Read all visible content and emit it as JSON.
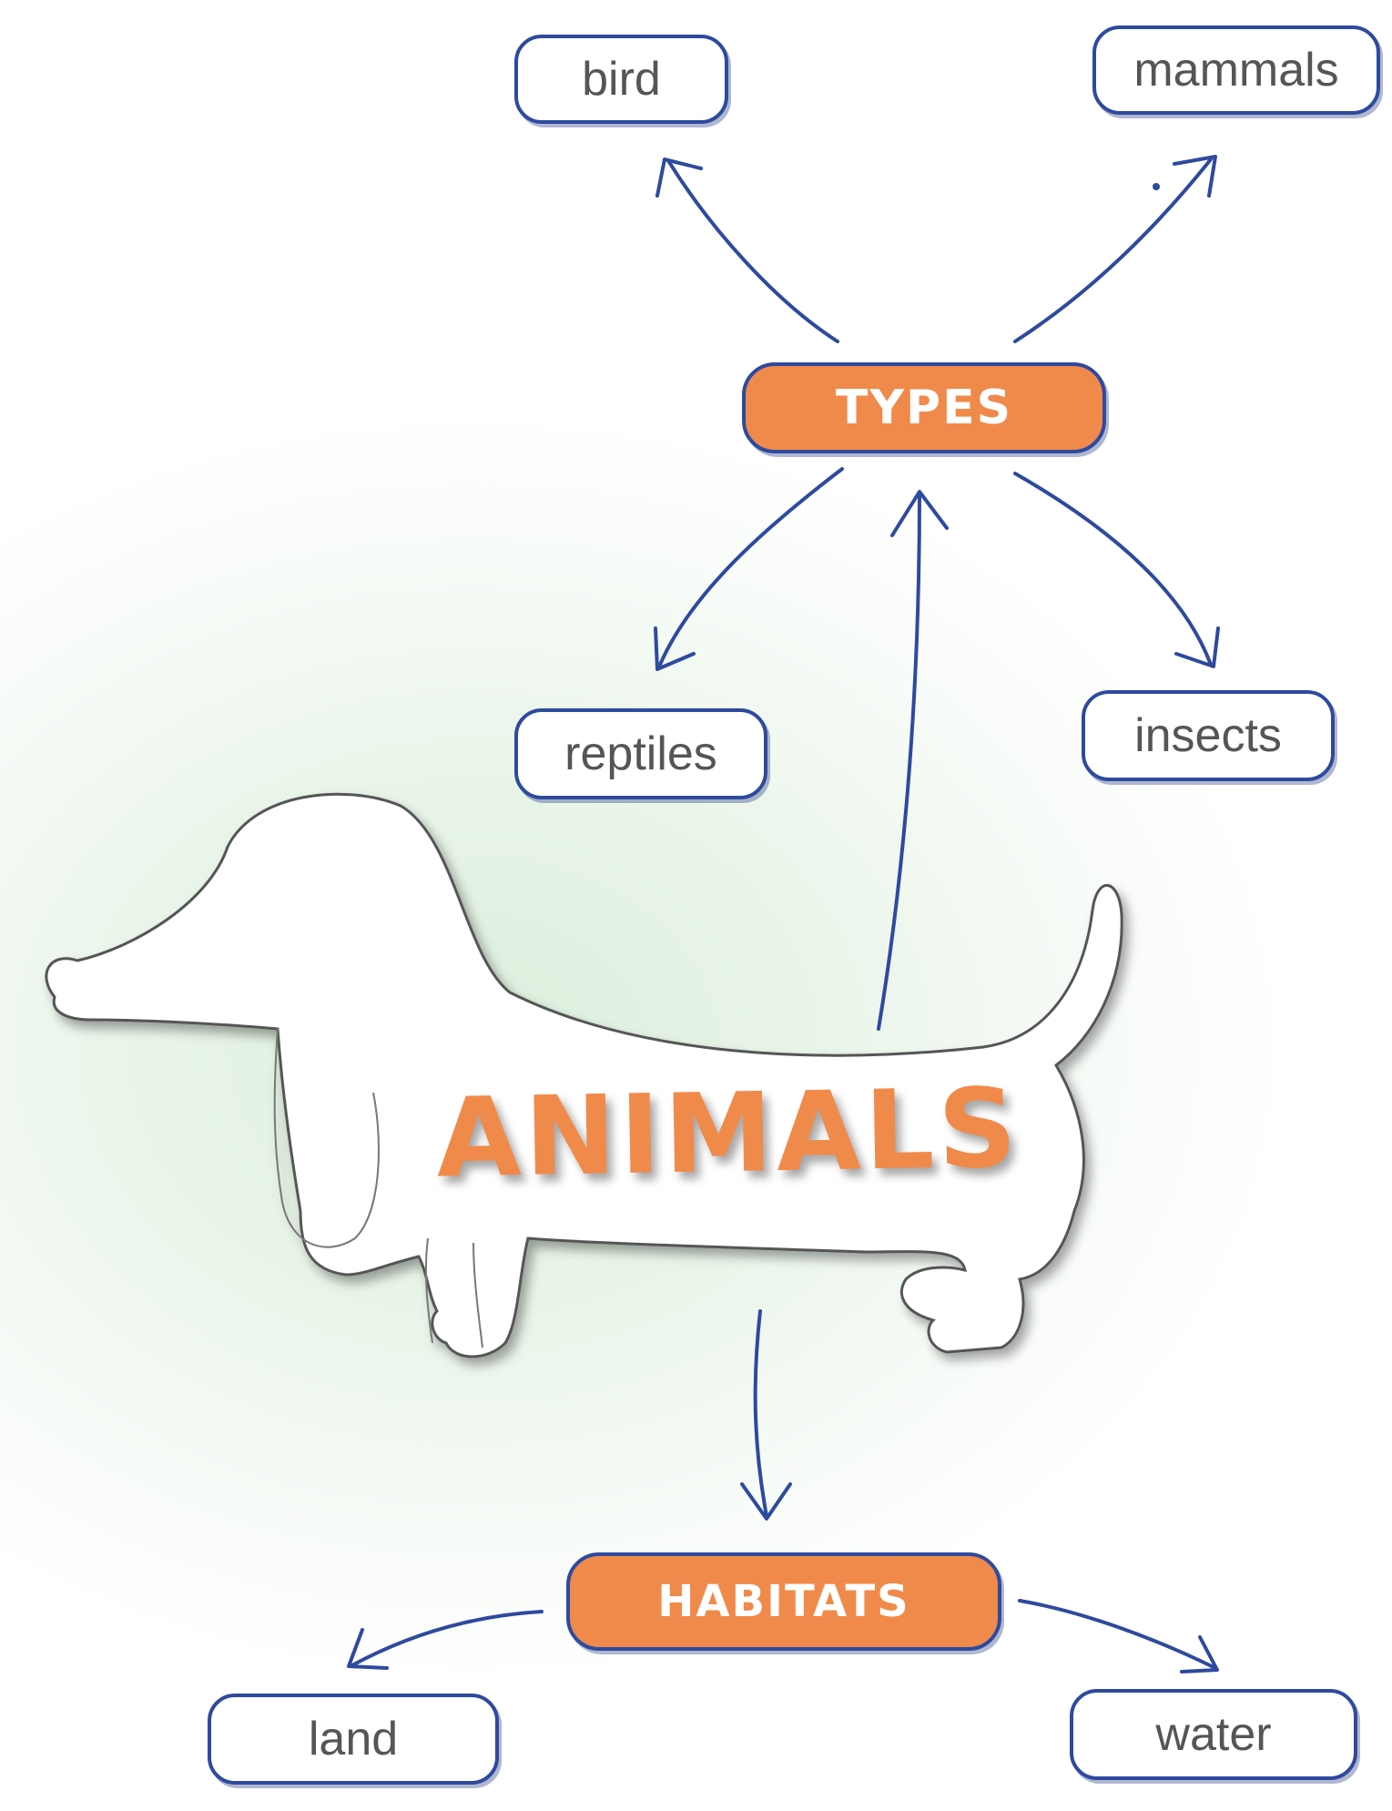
{
  "diagram": {
    "center": {
      "label": "ANIMALS"
    },
    "hubs": {
      "types": "TYPES",
      "habitats": "HABITATS"
    },
    "types": [
      "bird",
      "mammals",
      "reptiles",
      "insects"
    ],
    "habitats": [
      "land",
      "water"
    ]
  },
  "colors": {
    "accent": "#f08a4b",
    "outline": "#2e4a9e",
    "background": "#e4f2e4"
  }
}
